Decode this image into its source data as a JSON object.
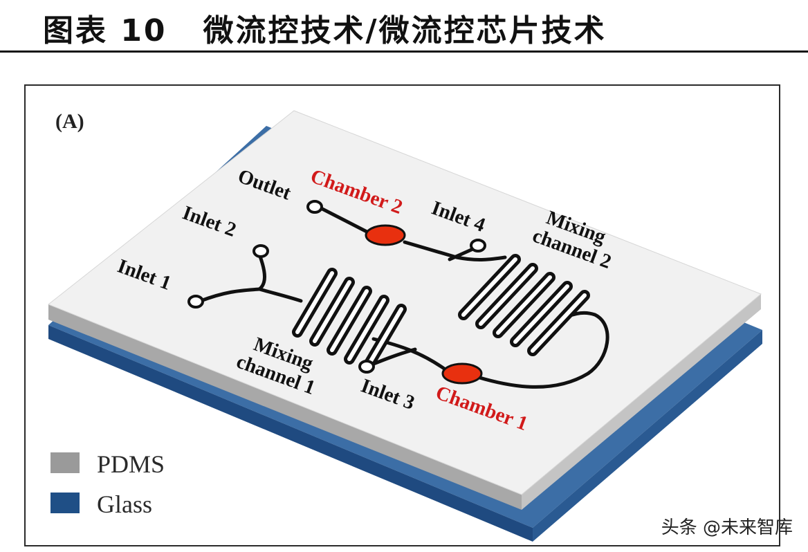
{
  "header": {
    "figure_no": "图表 10",
    "title": "微流控技术/微流控芯片技术"
  },
  "diagram": {
    "panel_label": "(A)",
    "labels": {
      "outlet": "Outlet",
      "chamber2": "Chamber 2",
      "inlet4": "Inlet 4",
      "mixing2_line1": "Mixing",
      "mixing2_line2": "channel 2",
      "inlet2": "Inlet 2",
      "inlet1": "Inlet 1",
      "mixing1_line1": "Mixing",
      "mixing1_line2": "channel 1",
      "inlet3": "Inlet 3",
      "chamber1": "Chamber 1"
    },
    "colors": {
      "pdms": "#a6a6a6",
      "glass": "#2d5d92",
      "chamber": "#e8300f",
      "channel": "#111111"
    }
  },
  "legend": [
    {
      "label": "PDMS",
      "color": "#9a9a9a"
    },
    {
      "label": "Glass",
      "color": "#1f4f86"
    }
  ],
  "watermark": "头条 @未来智库"
}
